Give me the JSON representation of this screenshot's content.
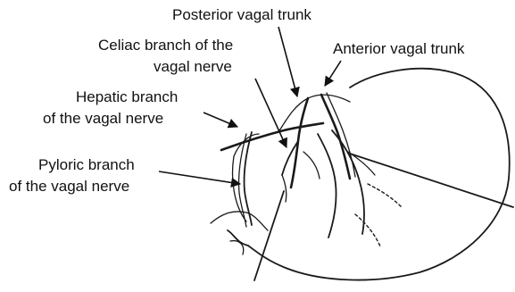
{
  "labels": {
    "posterior_vagal_trunk": "Posterior vagal trunk",
    "celiac_branch_line1": "Celiac branch of the",
    "celiac_branch_line2": "vagal nerve",
    "anterior_vagal_trunk": "Anterior vagal trunk",
    "hepatic_branch_line1": "Hepatic branch",
    "hepatic_branch_line2": "of the vagal nerve",
    "pyloric_branch_line1": "Pyloric branch",
    "pyloric_branch_line2": "of the vagal nerve"
  },
  "colors": {
    "ink": "#1a1a1a",
    "background": "#ffffff"
  },
  "icons": {
    "leader_arrow": "arrow-icon"
  }
}
